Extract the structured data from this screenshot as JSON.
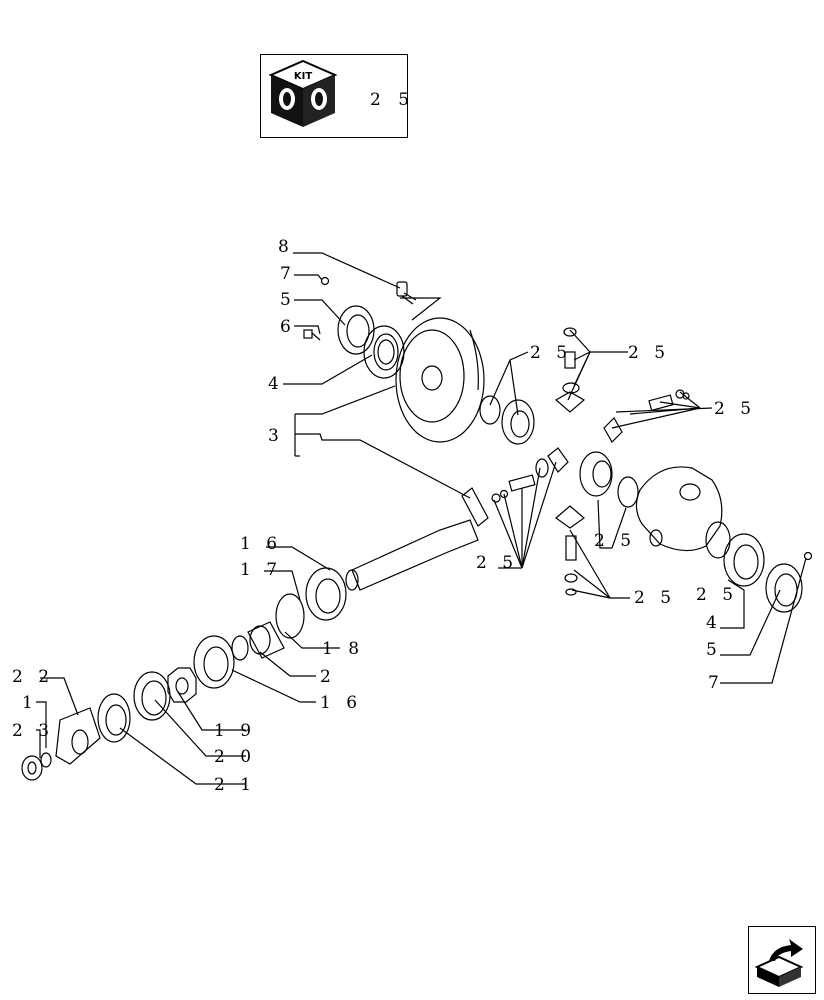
{
  "kit": {
    "badge_text": "KIT",
    "reference": "2 5"
  },
  "callouts": [
    {
      "id": "c8",
      "text": "8"
    },
    {
      "id": "c7a",
      "text": "7"
    },
    {
      "id": "c5a",
      "text": "5"
    },
    {
      "id": "c6",
      "text": "6"
    },
    {
      "id": "c4a",
      "text": "4"
    },
    {
      "id": "c3",
      "text": "3"
    },
    {
      "id": "c25a",
      "text": "2 5"
    },
    {
      "id": "c25b",
      "text": "2 5"
    },
    {
      "id": "c25c",
      "text": "2 5"
    },
    {
      "id": "c25d",
      "text": "2 5"
    },
    {
      "id": "c25e",
      "text": "2 5"
    },
    {
      "id": "c25f",
      "text": "2 5"
    },
    {
      "id": "c25g",
      "text": "2 5"
    },
    {
      "id": "c4b",
      "text": "4"
    },
    {
      "id": "c5b",
      "text": "5"
    },
    {
      "id": "c7b",
      "text": "7"
    },
    {
      "id": "c16a",
      "text": "1 6"
    },
    {
      "id": "c17",
      "text": "1 7"
    },
    {
      "id": "c18",
      "text": "1 8"
    },
    {
      "id": "c2",
      "text": "2"
    },
    {
      "id": "c16b",
      "text": "1 6"
    },
    {
      "id": "c19",
      "text": "1 9"
    },
    {
      "id": "c20",
      "text": "2 0"
    },
    {
      "id": "c21",
      "text": "2 1"
    },
    {
      "id": "c22",
      "text": "2 2"
    },
    {
      "id": "c1",
      "text": "1"
    },
    {
      "id": "c23",
      "text": "2 3"
    }
  ]
}
